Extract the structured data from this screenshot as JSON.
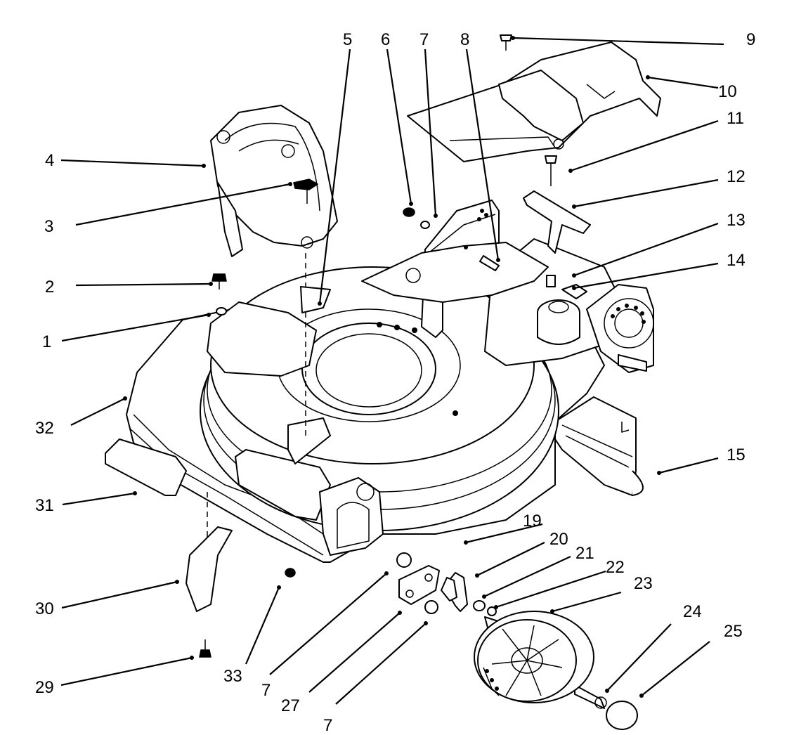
{
  "callouts": [
    {
      "id": "c1",
      "text": "1"
    },
    {
      "id": "c2",
      "text": "2"
    },
    {
      "id": "c3",
      "text": "3"
    },
    {
      "id": "c4",
      "text": "4"
    },
    {
      "id": "c5",
      "text": "5"
    },
    {
      "id": "c6",
      "text": "6"
    },
    {
      "id": "c7a",
      "text": "7"
    },
    {
      "id": "c8",
      "text": "8"
    },
    {
      "id": "c9",
      "text": "9"
    },
    {
      "id": "c10",
      "text": "10"
    },
    {
      "id": "c11",
      "text": "11"
    },
    {
      "id": "c12",
      "text": "12"
    },
    {
      "id": "c13",
      "text": "13"
    },
    {
      "id": "c14",
      "text": "14"
    },
    {
      "id": "c15",
      "text": "15"
    },
    {
      "id": "c19",
      "text": "19"
    },
    {
      "id": "c20",
      "text": "20"
    },
    {
      "id": "c21",
      "text": "21"
    },
    {
      "id": "c22",
      "text": "22"
    },
    {
      "id": "c23",
      "text": "23"
    },
    {
      "id": "c24",
      "text": "24"
    },
    {
      "id": "c25",
      "text": "25"
    },
    {
      "id": "c27",
      "text": "27"
    },
    {
      "id": "c7b",
      "text": "7"
    },
    {
      "id": "c7c",
      "text": "7"
    },
    {
      "id": "c29",
      "text": "29"
    },
    {
      "id": "c30",
      "text": "30"
    },
    {
      "id": "c31",
      "text": "31"
    },
    {
      "id": "c32",
      "text": "32"
    },
    {
      "id": "c33",
      "text": "33"
    }
  ]
}
